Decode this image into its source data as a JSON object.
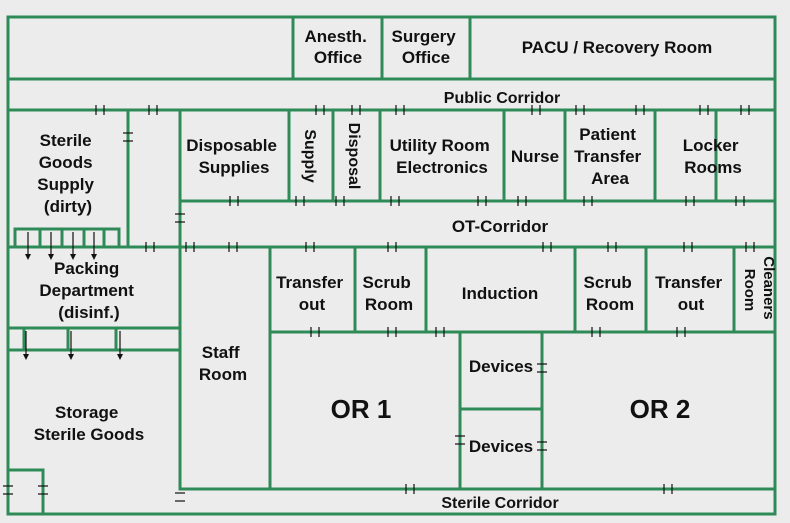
{
  "plan": {
    "wall_color": "#2e8b57",
    "background_color": "#ececec",
    "rooms": {
      "anesth_office": [
        "Anesth.",
        "Office"
      ],
      "surgery_office": [
        "Surgery",
        "Office"
      ],
      "pacu": "PACU / Recovery Room",
      "public_corridor": "Public Corridor",
      "sterile_goods_supply": [
        "Sterile",
        "Goods",
        "Supply",
        "(dirty)"
      ],
      "disposable_supplies": [
        "Disposable",
        "Supplies"
      ],
      "supply": "Supply",
      "disposal": "Disposal",
      "utility_room": [
        "Utility Room",
        "Electronics"
      ],
      "nurse": "Nurse",
      "patient_transfer": [
        "Patient",
        "Transfer",
        "Area"
      ],
      "locker_rooms": [
        "Locker",
        "Rooms"
      ],
      "ot_corridor": "OT-Corridor",
      "packing_department": [
        "Packing",
        "Department",
        "(disinf.)"
      ],
      "staff_room": [
        "Staff",
        "Room"
      ],
      "transfer_out_left": [
        "Transfer",
        "out"
      ],
      "scrub_room_left": [
        "Scrub",
        "Room"
      ],
      "induction": "Induction",
      "scrub_room_right": [
        "Scrub",
        "Room"
      ],
      "transfer_out_right": [
        "Transfer",
        "out"
      ],
      "cleaners_room": [
        "Cleaners",
        "Room"
      ],
      "or1": "OR 1",
      "or2": "OR 2",
      "devices_upper": "Devices",
      "devices_lower": "Devices",
      "storage": [
        "Storage",
        "Sterile Goods"
      ],
      "sterile_corridor": "Sterile Corridor"
    }
  }
}
